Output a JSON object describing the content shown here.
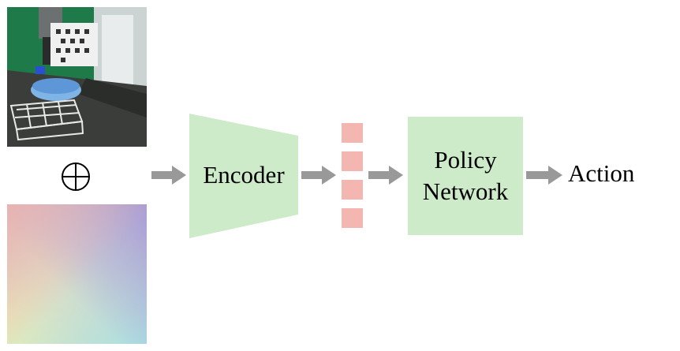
{
  "diagram": {
    "oplus_symbol": "⊕",
    "encoder": {
      "label": "Encoder",
      "color": "#cdebc8"
    },
    "feature_vector": {
      "cells": 4,
      "color": "#f4b6b1"
    },
    "policy": {
      "label": "Policy Network",
      "color": "#cdebc8"
    },
    "output": {
      "label": "Action"
    },
    "arrow_color": "#999999"
  }
}
